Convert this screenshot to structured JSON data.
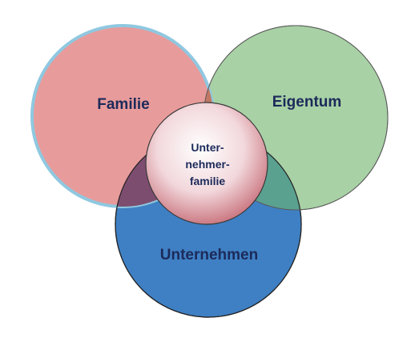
{
  "diagram": {
    "circles": [
      {
        "id": "familie",
        "label": "Familie",
        "fill": "#e89b9b",
        "stroke": "#8fc8e0"
      },
      {
        "id": "eigentum",
        "label": "Eigentum",
        "fill": "#a8d1a5",
        "stroke": "#5a5a5a"
      },
      {
        "id": "unternehmen",
        "label": "Unternehmen",
        "fill": "#3f80c4",
        "stroke": "#222222"
      }
    ],
    "center": {
      "lines": [
        "Unter-",
        "nehmer-",
        "familie"
      ],
      "fill_inner": "#ffffff",
      "fill_outer": "#c8707a"
    },
    "overlap_colors": {
      "familie_unternehmen": "#7d4d70",
      "eigentum_unternehmen": "#5aa190",
      "familie_eigentum": "#c07864"
    },
    "label_color": "#1c2a5a"
  }
}
